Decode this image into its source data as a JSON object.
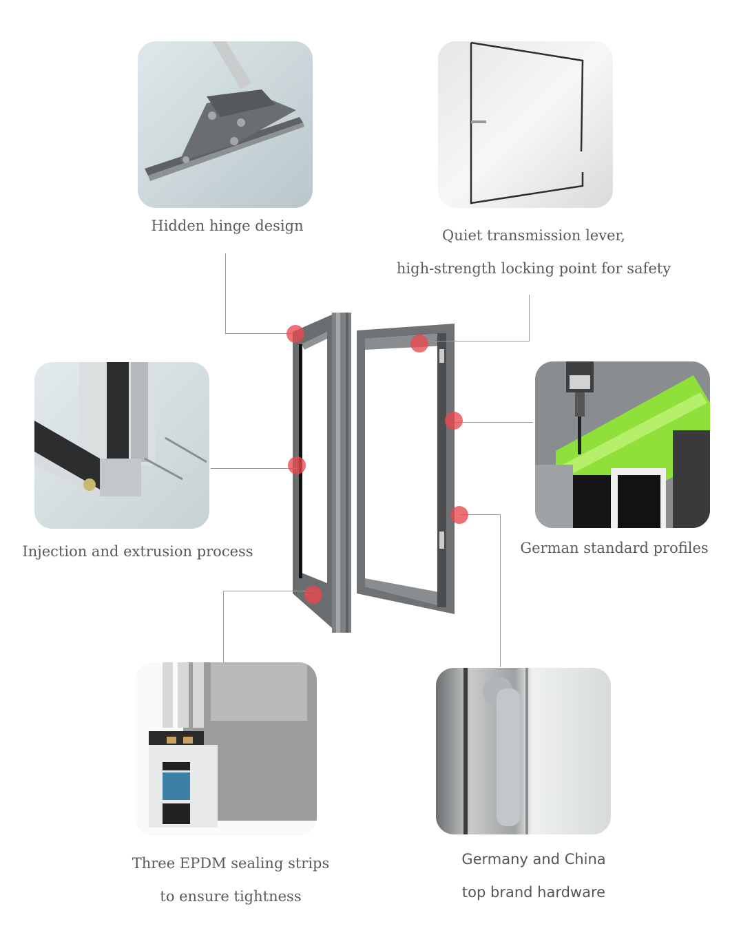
{
  "features": [
    {
      "id": "hinge",
      "caption_lines": [
        "Hidden hinge design"
      ],
      "image": "hinge-photo"
    },
    {
      "id": "lever",
      "caption_lines": [
        "Quiet transmission lever,",
        "high-strength locking point for safety"
      ],
      "image": "transmission-lever-photo"
    },
    {
      "id": "extrusion",
      "caption_lines": [
        "Injection and extrusion process"
      ],
      "image": "corner-joint-photo"
    },
    {
      "id": "profiles",
      "caption_lines": [
        "German standard profiles"
      ],
      "image": "cnc-milling-photo"
    },
    {
      "id": "epdm",
      "caption_lines": [
        "Three EPDM sealing strips",
        "to ensure tightness"
      ],
      "image": "profile-cross-section-photo"
    },
    {
      "id": "hardware",
      "caption_lines": [
        "Germany and China",
        "top brand hardware"
      ],
      "image": "window-handle-photo"
    }
  ],
  "center_image": "casement-window-photo",
  "colors": {
    "marker": "#e8484e",
    "connector": "#9a9a9a",
    "caption": "#5a5a5a",
    "accent_green": "#8fe03a"
  }
}
